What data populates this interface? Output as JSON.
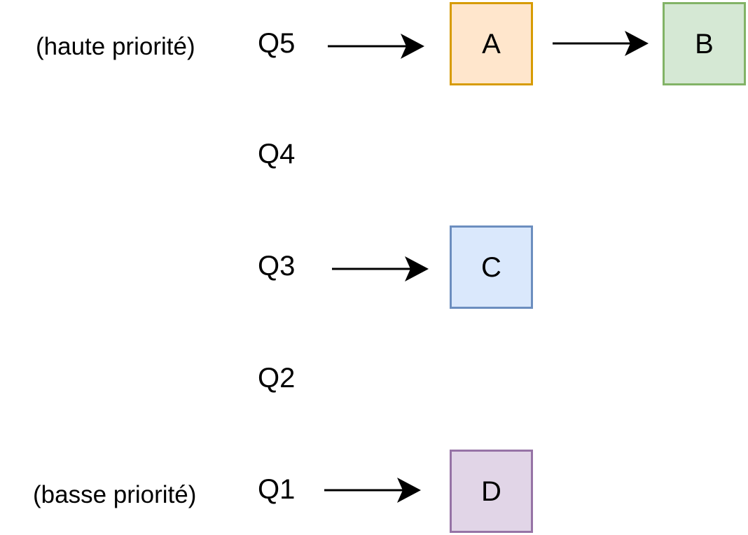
{
  "annotations": {
    "high": "(haute priorité)",
    "low": "(basse priorité)"
  },
  "queues": [
    {
      "label": "Q5"
    },
    {
      "label": "Q4"
    },
    {
      "label": "Q3"
    },
    {
      "label": "Q2"
    },
    {
      "label": "Q1"
    }
  ],
  "processes": [
    {
      "label": "A",
      "queue": "Q5",
      "fill": "#ffe6cc",
      "stroke": "#d79b00"
    },
    {
      "label": "B",
      "queue": "Q5",
      "fill": "#d5e8d4",
      "stroke": "#82b366"
    },
    {
      "label": "C",
      "queue": "Q3",
      "fill": "#dae8fc",
      "stroke": "#6c8ebf"
    },
    {
      "label": "D",
      "queue": "Q1",
      "fill": "#e1d5e7",
      "stroke": "#9673a6"
    }
  ],
  "arrow_color": "#000000"
}
